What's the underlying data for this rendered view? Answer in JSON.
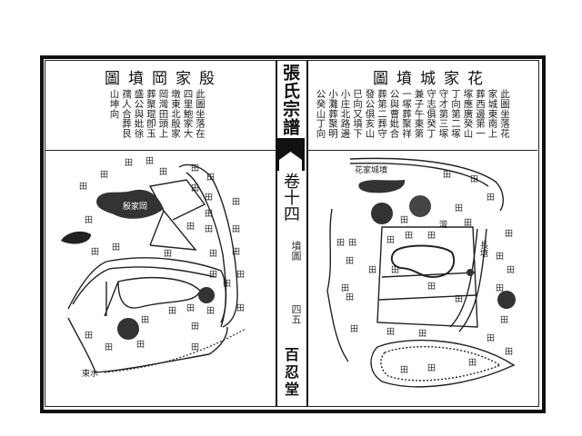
{
  "book": {
    "series_title": "張氏宗譜",
    "volume": "卷十四",
    "section": "墳圖",
    "page_number": "四五",
    "hall_name": "百忍堂"
  },
  "left_page": {
    "title": "殷家岡墳圖",
    "description": "此圖坐落在四里鮑家大墩東北殷家岡灣田頭上葬聚琨卽玉盛公與妣徐孺人合葬艮山坤向",
    "map_labels": {
      "hill": "殷家岡",
      "water": "東水"
    }
  },
  "right_page": {
    "title": "花家城墳圖",
    "description": "此圖坐落花家城東南上葬西邊第一塚應廣癸山丁向第二塚守才第三塚守志俱癸丁兼子午東第一塚葬聚祥公與曹妣合葬第二葬守發公俱亥山巳向又墳下小庄北路邊小灘葬聚明公癸山丁向",
    "map_labels": {
      "title": "花家城墳",
      "bay": "灣",
      "pond": "長塘"
    }
  },
  "colors": {
    "ink": "#111111",
    "paper": "#ffffff"
  }
}
